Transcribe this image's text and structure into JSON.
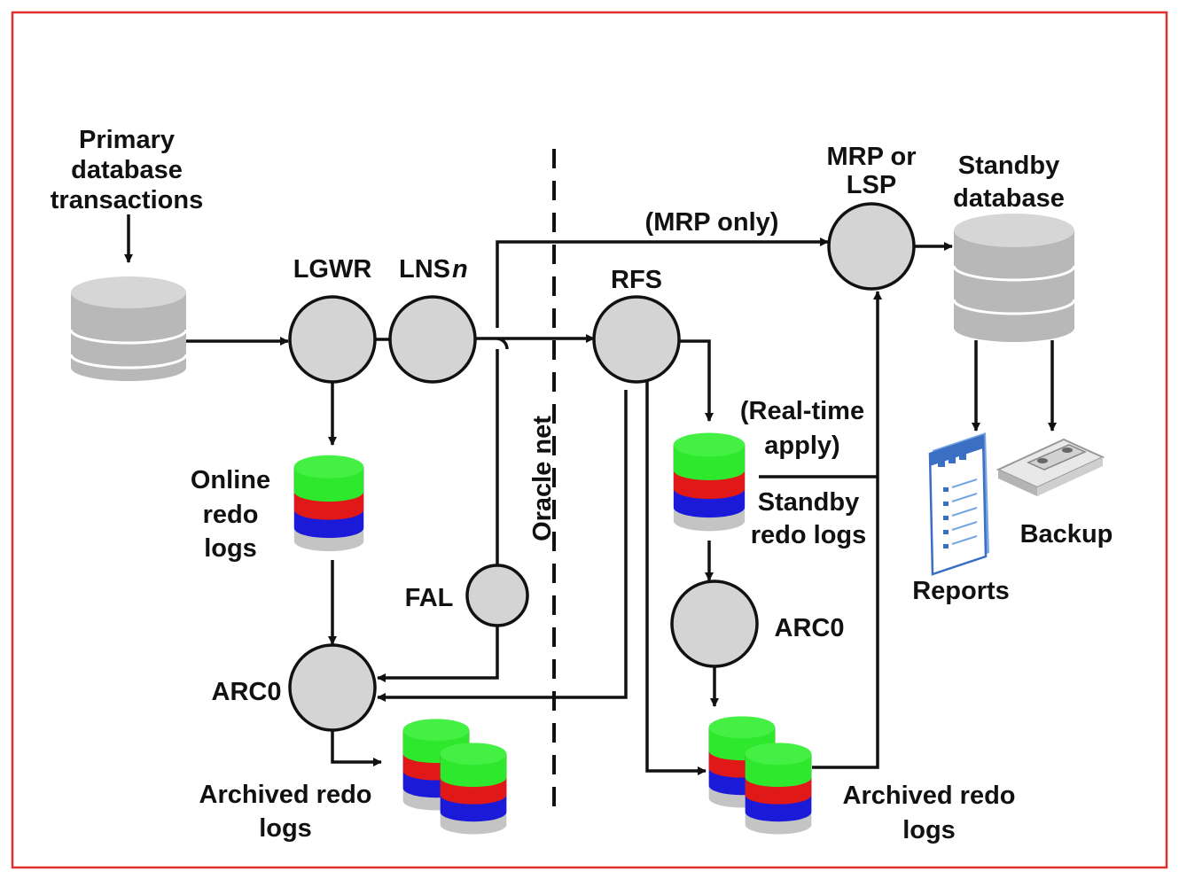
{
  "colors": {
    "frame": "#e03030",
    "process_fill": "#d4d4d4",
    "db_gray": "#b8b8b8",
    "log_green": "#2ee82e",
    "log_red": "#e01818",
    "log_blue": "#1a1ad8",
    "log_bottom": "#c4c4c4"
  },
  "labels": {
    "primary_transactions": [
      "Primary",
      "database",
      "transactions"
    ],
    "lgwr": "LGWR",
    "lns": "LNS",
    "lns_suffix": "n",
    "rfs": "RFS",
    "mrp_or_lsp": [
      "MRP or",
      "LSP"
    ],
    "standby_database": [
      "Standby",
      "database"
    ],
    "mrp_only": "(MRP only)",
    "online_redo_logs": [
      "Online",
      "redo",
      "logs"
    ],
    "fal": "FAL",
    "arc0_primary": "ARC0",
    "archived_primary": [
      "Archived redo",
      "logs"
    ],
    "oracle_net": "Oracle net",
    "real_time_apply": [
      "(Real-time",
      "apply)"
    ],
    "standby_redo_logs": [
      "Standby",
      "redo logs"
    ],
    "arc0_standby": "ARC0",
    "archived_standby": [
      "Archived redo",
      "logs"
    ],
    "reports": "Reports",
    "backup": "Backup"
  },
  "icons": {
    "primary_db": "database-cylinder-icon",
    "standby_db": "database-cylinder-icon",
    "redo_logs": "redo-log-stack-icon",
    "reports": "report-document-icon",
    "backup": "backup-tape-icon"
  }
}
